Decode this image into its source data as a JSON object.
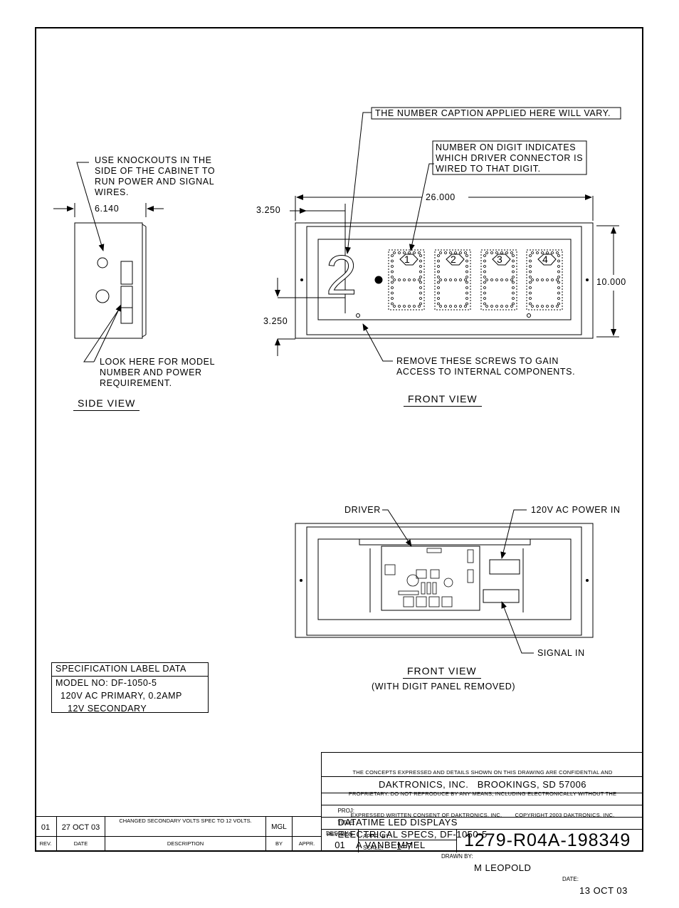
{
  "labels": {
    "caption_note": "THE NUMBER CAPTION APPLIED HERE WILL VARY.",
    "digit_note_1": "NUMBER ON DIGIT INDICATES",
    "digit_note_2": "WHICH DRIVER CONNECTOR IS",
    "digit_note_3": "WIRED TO THAT DIGIT.",
    "knockout_1": "USE KNOCKOUTS IN THE",
    "knockout_2": "SIDE OF THE CABINET TO",
    "knockout_3": "RUN POWER AND SIGNAL",
    "knockout_4": "WIRES.",
    "model_1": "LOOK HERE FOR MODEL",
    "model_2": "NUMBER AND POWER",
    "model_3": "REQUIREMENT.",
    "screws_1": "REMOVE THESE SCREWS TO GAIN",
    "screws_2": "ACCESS TO INTERNAL COMPONENTS.",
    "driver": "DRIVER",
    "power_in": "120V AC POWER IN",
    "signal_in": "SIGNAL IN",
    "panel_removed": "(WITH DIGIT PANEL REMOVED)"
  },
  "dimensions": {
    "side_width": "6.140",
    "front_width": "26.000",
    "front_height": "10.000",
    "offset_top": "3.250",
    "offset_bottom": "3.250"
  },
  "views": {
    "side": "SIDE VIEW",
    "front": "FRONT VIEW",
    "front_open": "FRONT VIEW"
  },
  "digits": {
    "caption": "2",
    "numbers": [
      "1",
      "2",
      "3",
      "4"
    ]
  },
  "spec_label": {
    "title": "SPECIFICATION LABEL DATA",
    "model": "MODEL NO: DF-1050-5",
    "primary": "120V AC PRIMARY, 0.2AMP",
    "secondary": "12V SECONDARY"
  },
  "title_block": {
    "confidential_1": "THE CONCEPTS EXPRESSED AND DETAILS SHOWN ON THIS DRAWING ARE CONFIDENTIAL AND",
    "confidential_2": "PROPRIETARY. DO NOT REPRODUCE BY ANY MEANS, INCLUDING ELECTRONICALLY WITHOUT THE",
    "confidential_3": "EXPRESSED WRITTEN CONSENT OF DAKTRONICS, INC.        COPYRIGHT 2003 DAKTRONICS, INC.",
    "company": "DAKTRONICS, INC.   BROOKINGS, SD 57006",
    "proj_label": "PROJ:",
    "proj": "DATATIME LED DISPLAYS",
    "title_label": "TITLE:",
    "title": "ELECTRICAL SPECS, DF-1050-5",
    "des_label": "DES. BY:",
    "des": "A VANBEMMEL",
    "drawn_label": "DRAWN BY:",
    "drawn": "M LEOPOLD",
    "date_label": "DATE:",
    "date": "13 OCT 03",
    "revision_label": "REVISION",
    "revision": "01",
    "appr_label": "APPR. BY:",
    "scale_label": "SCALE:",
    "scale": "1=7",
    "drawing_number": "1279-R04A-198349"
  },
  "revision_block": {
    "rev": "01",
    "date": "27 OCT 03",
    "description": "CHANGED SECONDARY VOLTS SPEC TO 12 VOLTS.",
    "by": "MGL",
    "appr": "",
    "headers": {
      "rev": "REV.",
      "date": "DATE",
      "description": "DESCRIPTION",
      "by": "BY",
      "appr": "APPR."
    }
  }
}
